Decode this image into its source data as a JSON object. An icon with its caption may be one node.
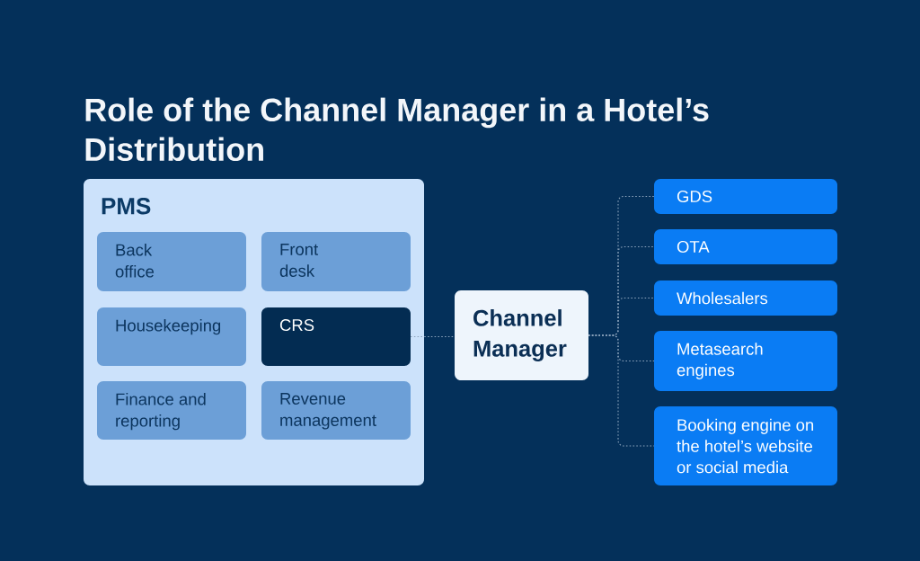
{
  "diagram": {
    "title": "Role of the Channel Manager in a Hotel’s Distribution",
    "nodes": [
      {
        "text": [
          "PMS"
        ]
      },
      {
        "text": [
          "Back office"
        ],
        "in": 0
      },
      {
        "text": [
          "Front desk"
        ],
        "in": 0
      },
      {
        "text": [
          "Housekeeping"
        ],
        "in": 0
      },
      {
        "text": [
          "CRS"
        ],
        "in": 0
      },
      {
        "text": [
          "Finance and reporting"
        ],
        "in": 0
      },
      {
        "text": [
          "Revenue management"
        ],
        "in": 0
      },
      {
        "text": [
          "Channel Manager"
        ]
      },
      {
        "text": [
          "GDS"
        ]
      },
      {
        "text": [
          "OTA"
        ]
      },
      {
        "text": [
          "Wholesalers"
        ]
      },
      {
        "text": [
          "Metasearch engines"
        ]
      },
      {
        "text": [
          "Booking engine on the hotel’s website or social media"
        ]
      }
    ],
    "edges": [
      {
        "from": 4,
        "to": 7,
        "arrow": "none"
      },
      {
        "from": 7,
        "to": 8,
        "arrow": "none"
      },
      {
        "from": 7,
        "to": 9,
        "arrow": "none"
      },
      {
        "from": 7,
        "to": 10,
        "arrow": "none"
      },
      {
        "from": 7,
        "to": 11,
        "arrow": "none"
      },
      {
        "from": 7,
        "to": 12,
        "arrow": "none"
      }
    ]
  }
}
